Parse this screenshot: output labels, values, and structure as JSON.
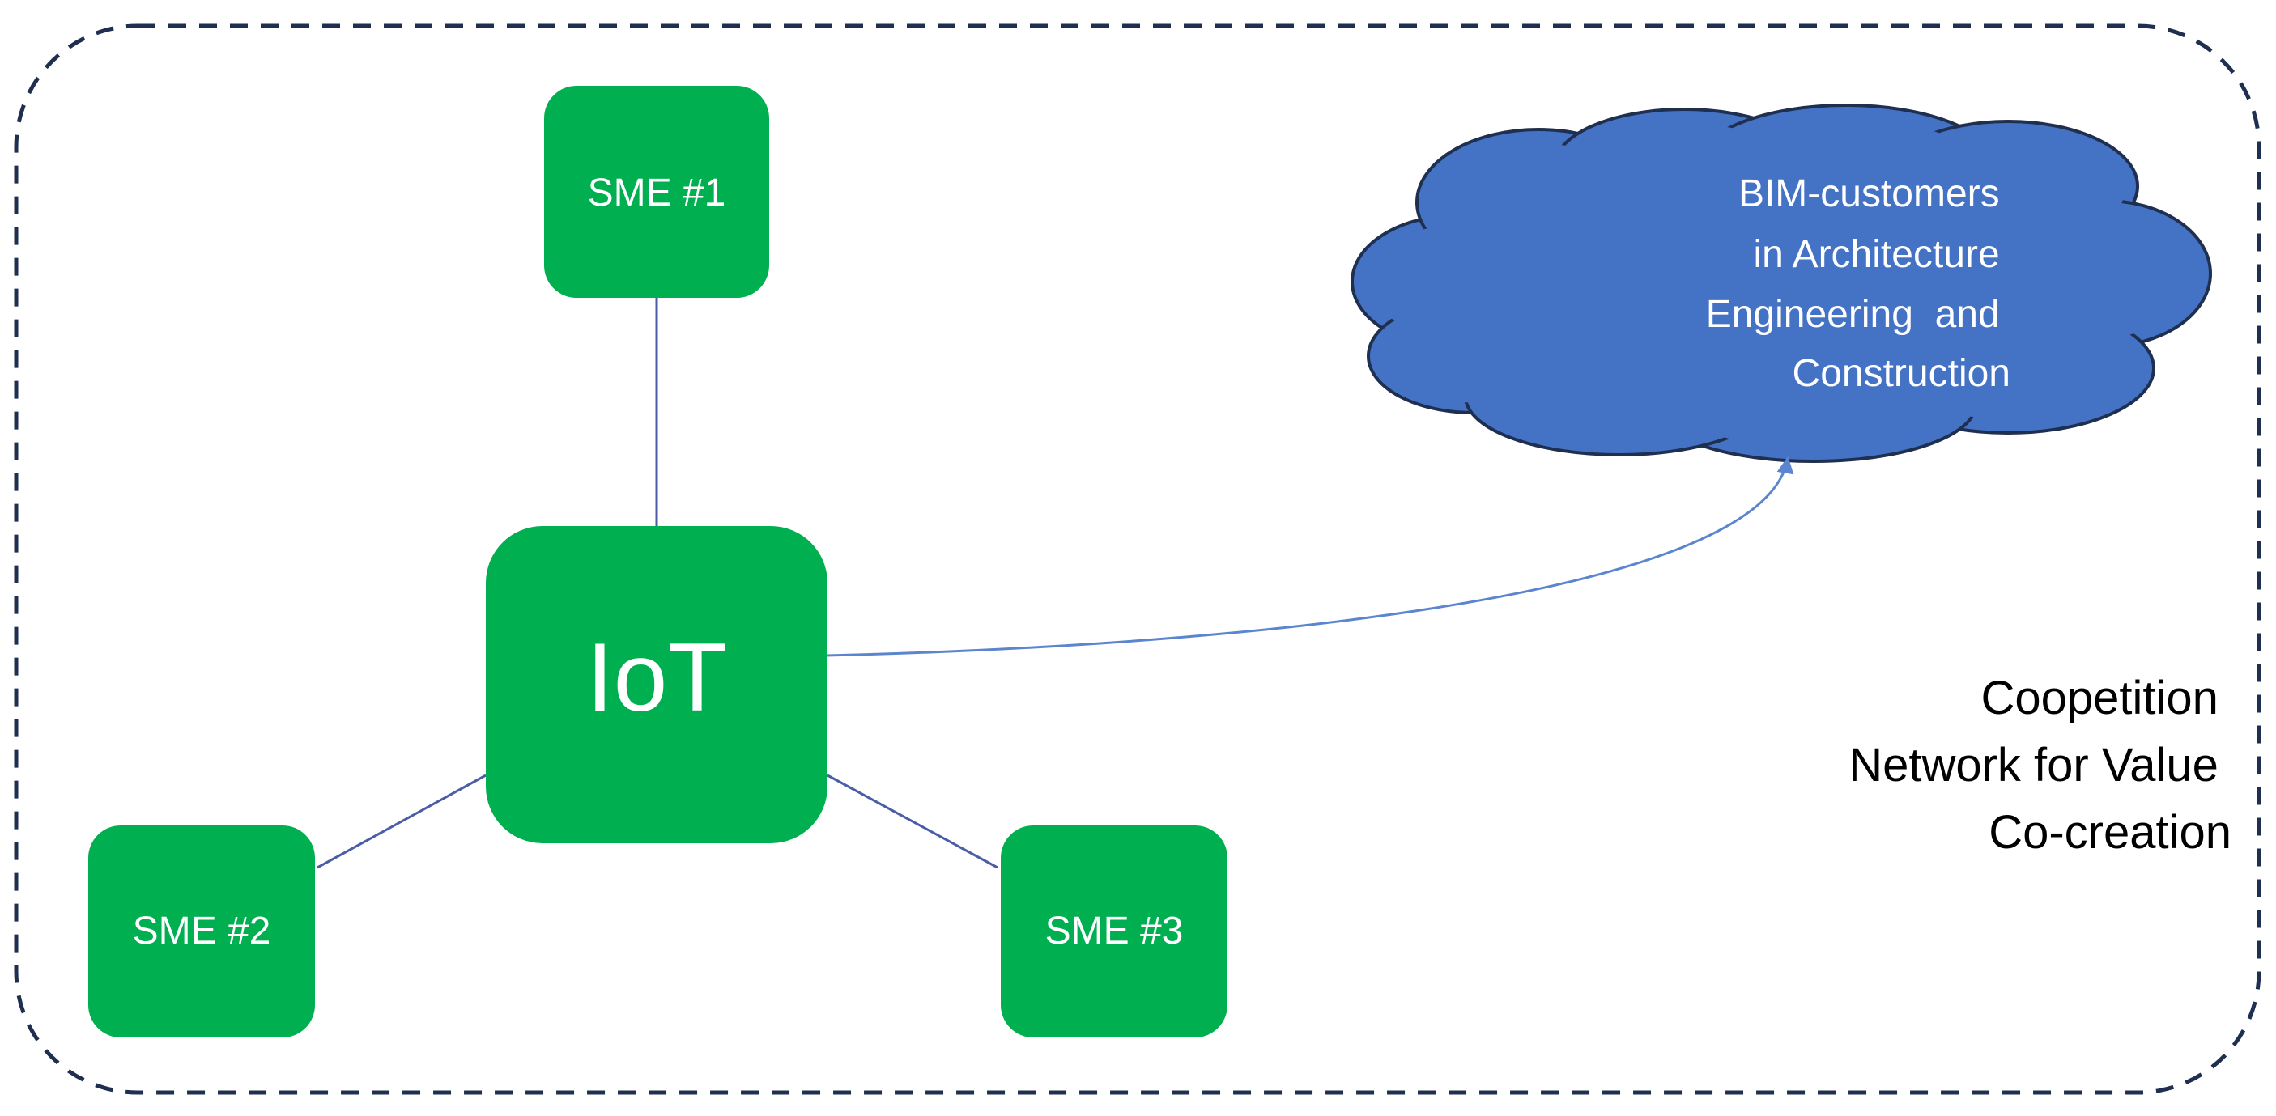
{
  "nodes": {
    "sme1": {
      "label": "SME #1"
    },
    "iot": {
      "label": "IoT"
    },
    "sme2": {
      "label": "SME #2"
    },
    "sme3": {
      "label": "SME #3"
    }
  },
  "cloud": {
    "lines": [
      "BIM-customers",
      "in Architecture",
      "Engineering  and",
      "Construction"
    ]
  },
  "network_label": {
    "lines": [
      "Coopetition",
      "Network for Value",
      "Co-creation"
    ]
  },
  "colors": {
    "node_fill": "#00AF50",
    "cloud_fill": "#4472C4",
    "cloud_stroke": "#1F2F4F",
    "connector": "#4A5EA8",
    "arrow": "#5B86CF",
    "frame": "#1F2F4F"
  }
}
